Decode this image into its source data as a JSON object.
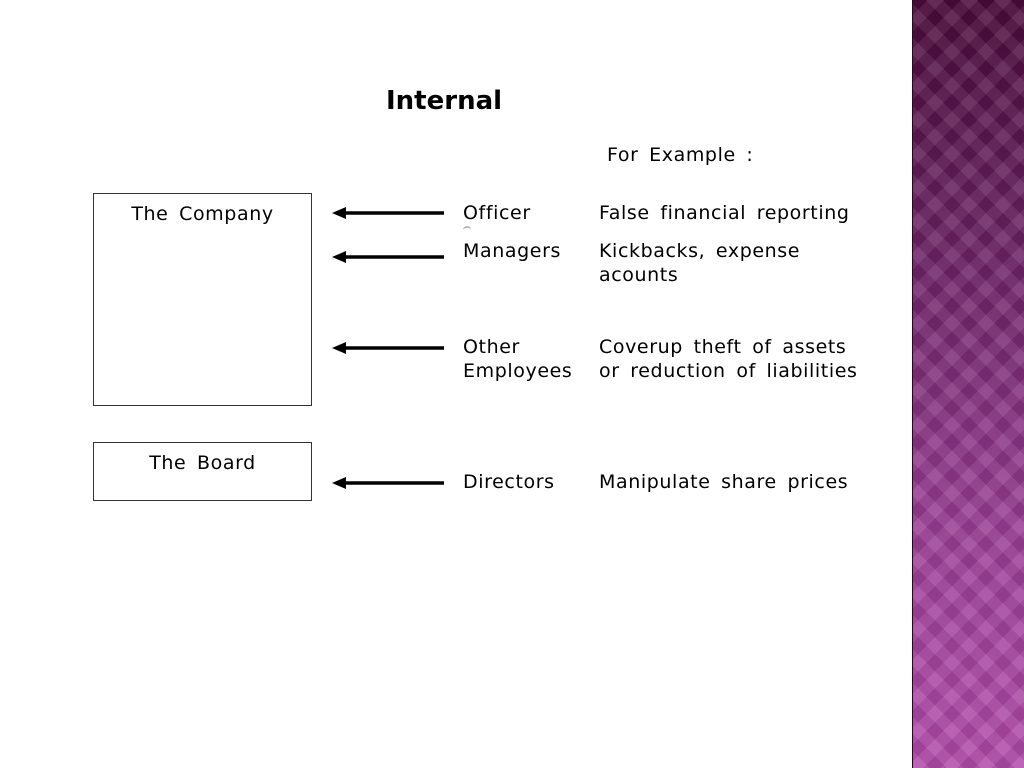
{
  "title": "Internal",
  "example_heading": "For  Example :",
  "boxes": {
    "company": "The  Company",
    "board": "The  Board"
  },
  "rows": [
    {
      "role": "Officer",
      "example": "False  financial  reporting"
    },
    {
      "role": "Managers",
      "example": "Kickbacks,  expense acounts"
    },
    {
      "role": "Other Employees",
      "example": "Coverup  theft  of  assets or  reduction  of liabilities"
    },
    {
      "role": "Directors",
      "example": "Manipulate  share  prices"
    }
  ],
  "colors": {
    "side_band_top": "#4a0b3a",
    "side_band_bottom": "#b24bab",
    "arrow": "#000000"
  },
  "icons": [
    "left-arrow-icon"
  ]
}
